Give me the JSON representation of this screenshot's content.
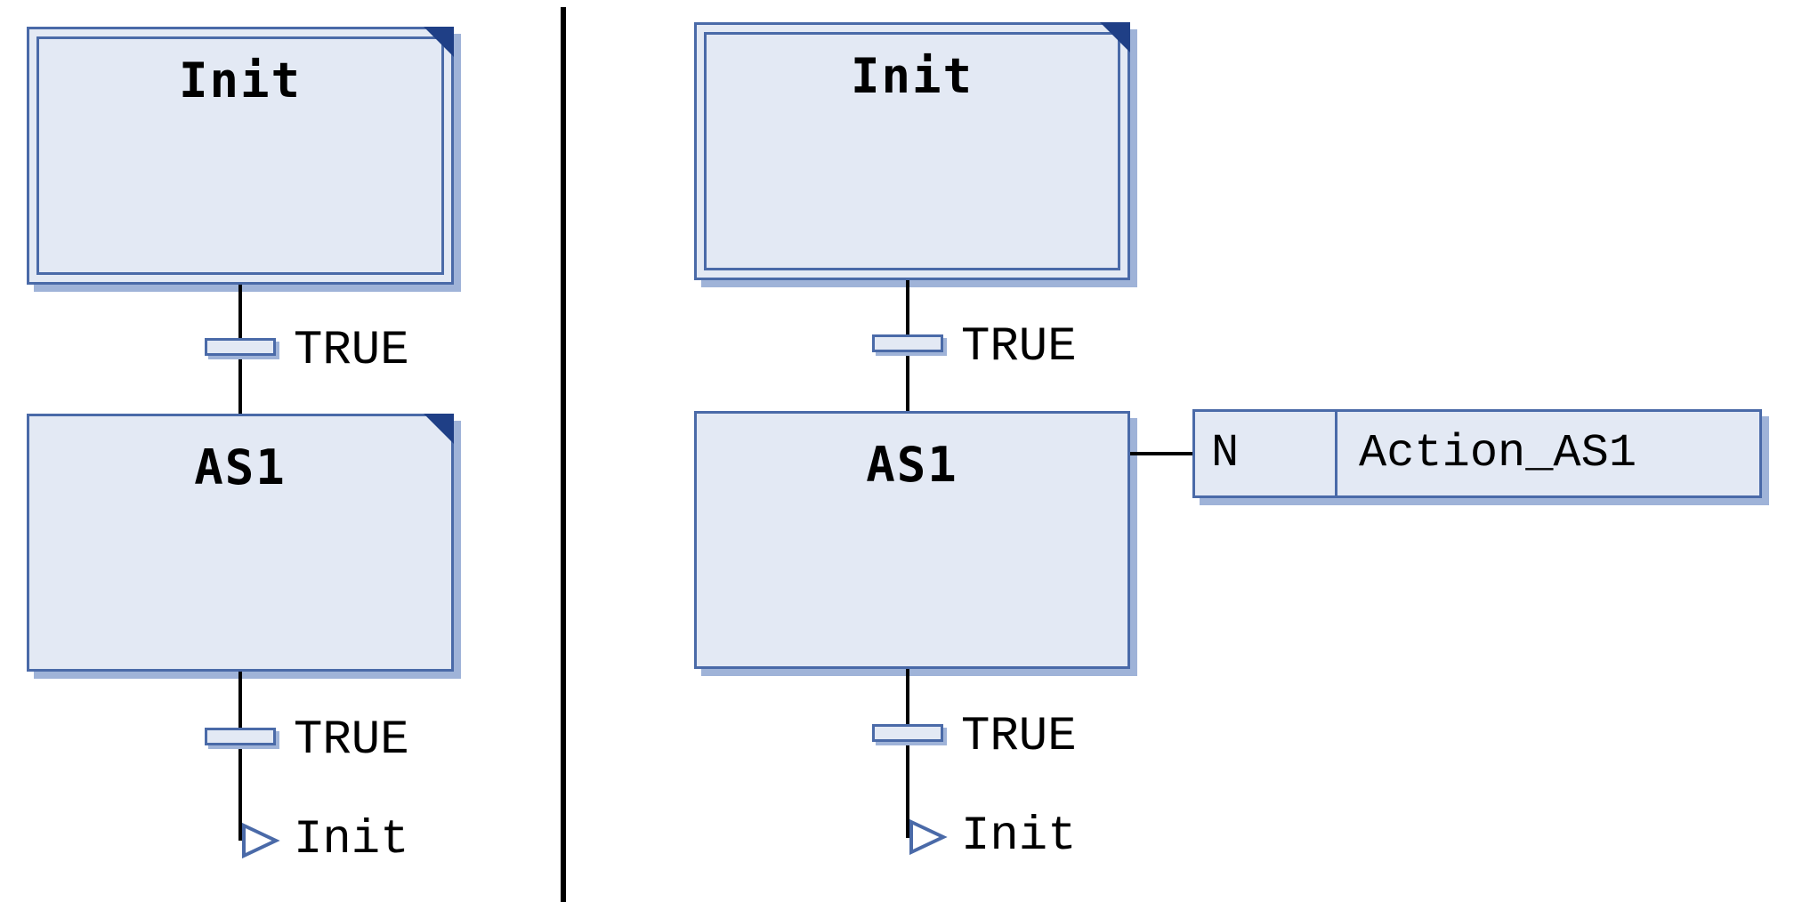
{
  "left_chart": {
    "step1": {
      "name": "Init",
      "initial": true
    },
    "transition1": {
      "condition": "TRUE"
    },
    "step2": {
      "name": "AS1"
    },
    "transition2": {
      "condition": "TRUE"
    },
    "jump": {
      "target": "Init"
    }
  },
  "right_chart": {
    "step1": {
      "name": "Init",
      "initial": true
    },
    "transition1": {
      "condition": "TRUE"
    },
    "step2": {
      "name": "AS1"
    },
    "action": {
      "qualifier": "N",
      "name": "Action_AS1"
    },
    "transition2": {
      "condition": "TRUE"
    },
    "jump": {
      "target": "Init"
    }
  },
  "colors": {
    "step_fill": "#e3e9f4",
    "step_border": "#4a6aa8",
    "step_shadow": "#9fb3d8",
    "corner_mark": "#1f3f86",
    "line": "#000000"
  },
  "icons": [
    "jump-arrow-icon",
    "step-corner-marker"
  ]
}
